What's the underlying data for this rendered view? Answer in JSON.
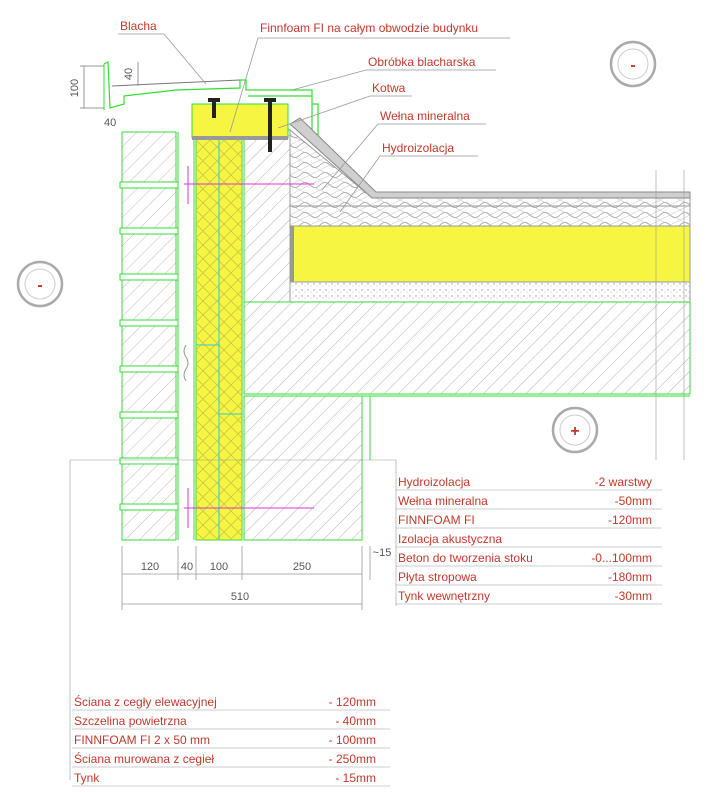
{
  "labels": {
    "blacha": "Blacha",
    "finnfoam_obwod": "Finnfoam FI na całym obwodzie budynku",
    "obrobka": "Obróbka blacharska",
    "kotwa": "Kotwa",
    "welna": "Wełna mineralna",
    "hydroizolacja": "Hydroizolacja"
  },
  "signs": {
    "minus_top": "-",
    "minus_left": "-",
    "plus": "+"
  },
  "dims": {
    "v100": "100",
    "v40a": "40",
    "v40b": "40",
    "d120": "120",
    "d40": "40",
    "d100": "100",
    "d250": "250",
    "d15": "~15",
    "d510": "510"
  },
  "roof_layers": [
    {
      "name": "Hydroizolacja",
      "value": "-2 warstwy"
    },
    {
      "name": "Wełna mineralna",
      "value": "-50mm"
    },
    {
      "name": "FINNFOAM FI",
      "value": "-120mm"
    },
    {
      "name": "Izolacja akustyczna",
      "value": ""
    },
    {
      "name": "Beton do tworzenia stoku",
      "value": "-0...100mm"
    },
    {
      "name": "Płyta stropowa",
      "value": "-180mm"
    },
    {
      "name": "Tynk wewnętrzny",
      "value": "-30mm"
    }
  ],
  "wall_layers": [
    {
      "name": "Ściana z cegły elewacyjnej",
      "value": "- 120mm"
    },
    {
      "name": "Szczelina powietrzna",
      "value": "- 40mm"
    },
    {
      "name": "FINNFOAM FI 2 x 50 mm",
      "value": "- 100mm"
    },
    {
      "name": "Ściana murowana z cegieł",
      "value": "- 250mm"
    },
    {
      "name": "Tynk",
      "value": "- 15mm"
    }
  ],
  "colors": {
    "insulation": "#f5f542",
    "outline_green": "#33dd33",
    "label_red": "#c0392b",
    "leader_gray": "#999999",
    "cyan": "#33cccc",
    "magenta": "#dd33dd"
  }
}
